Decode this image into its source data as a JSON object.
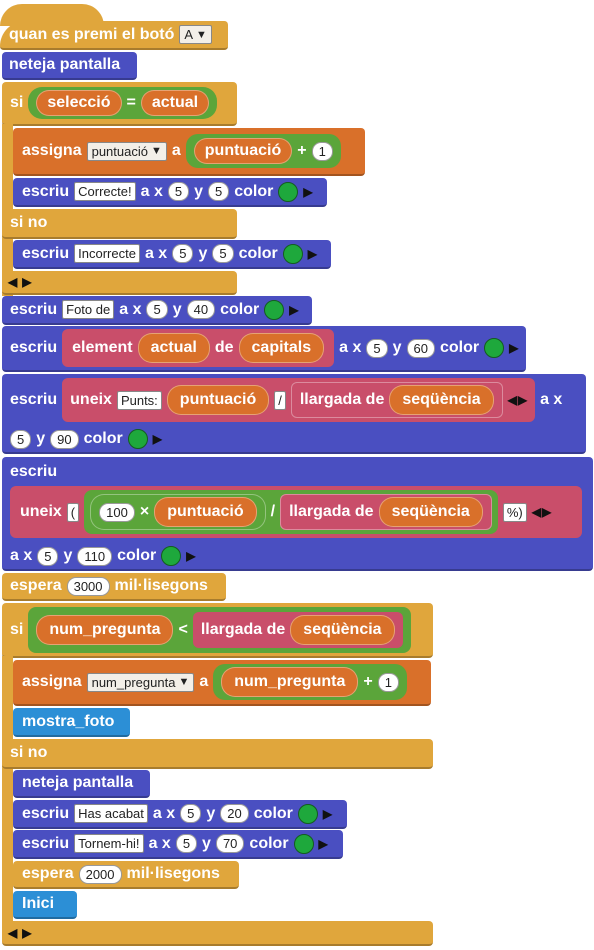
{
  "hat": {
    "label": "quan es premi el botó",
    "button_value": "A"
  },
  "clear_screen_label": "neteja pantalla",
  "if_label": "si",
  "else_label": "si no",
  "assign_label": "assigna",
  "to_label": "a",
  "write_label": "escriu",
  "at_x_label": "a x",
  "y_label": "y",
  "color_label": "color",
  "join_label": "uneix",
  "length_of_label": "llargada de",
  "element_label": "element",
  "of_label": "de",
  "wait_label": "espera",
  "ms_label": "mil·lisegons",
  "operators": {
    "eq": "=",
    "plus": "+",
    "times": "×",
    "lt": "<",
    "div": "/"
  },
  "variables": {
    "seleccio": "selecció",
    "actual": "actual",
    "puntuacio": "puntuació",
    "capitals": "capitals",
    "sequencia": "seqüència",
    "num_pregunta": "num_pregunta"
  },
  "numbers": {
    "one": "1",
    "five": "5",
    "forty": "40",
    "sixty": "60",
    "ninety": "90",
    "hundred": "100",
    "one_ten": "110",
    "three_thousand": "3000",
    "twenty": "20",
    "seventy": "70",
    "two_thousand": "2000"
  },
  "texts": {
    "correct": "Correcte!",
    "incorrect": "Incorrecte",
    "foto_de": "Foto de",
    "punts": "Punts:",
    "slash": "/",
    "open_paren": "(",
    "percent_close": "%)",
    "has_acabat": "Has acabat",
    "tornem": "Tornem-hi!"
  },
  "procedures": {
    "show_photo": "mostra_foto",
    "start": "Inici"
  },
  "colors": {
    "event": "#e0a63c",
    "draw": "#4a4fc1",
    "variable": "#d9702a",
    "math": "#5ba53a",
    "text": "#c94e6a",
    "procedure": "#2c8fd6",
    "color_value": "#1ea83c"
  }
}
